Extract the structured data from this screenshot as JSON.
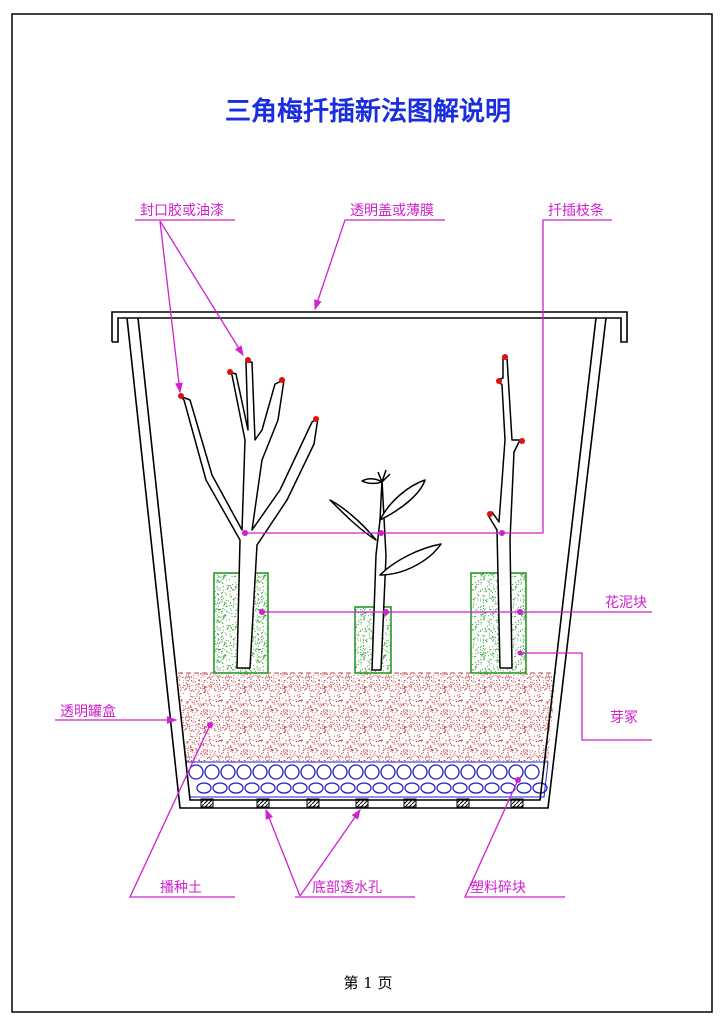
{
  "title": "三角梅扦插新法图解说明",
  "labels": {
    "sealant": "封口胶或油漆",
    "lid": "透明盖或薄膜",
    "cutting": "扦插枝条",
    "foam": "花泥块",
    "bud": "芽冢",
    "container": "透明罐盒",
    "soil": "播种土",
    "drain": "底部透水孔",
    "plastic": "塑料碎块"
  },
  "footer": "第 1 页",
  "colors": {
    "title": "#1a2ee0",
    "label": "#d020d0",
    "foam": "#2a9a2a",
    "soil": "#c04040",
    "plastic": "#2020d0",
    "tip": "#e01010"
  }
}
